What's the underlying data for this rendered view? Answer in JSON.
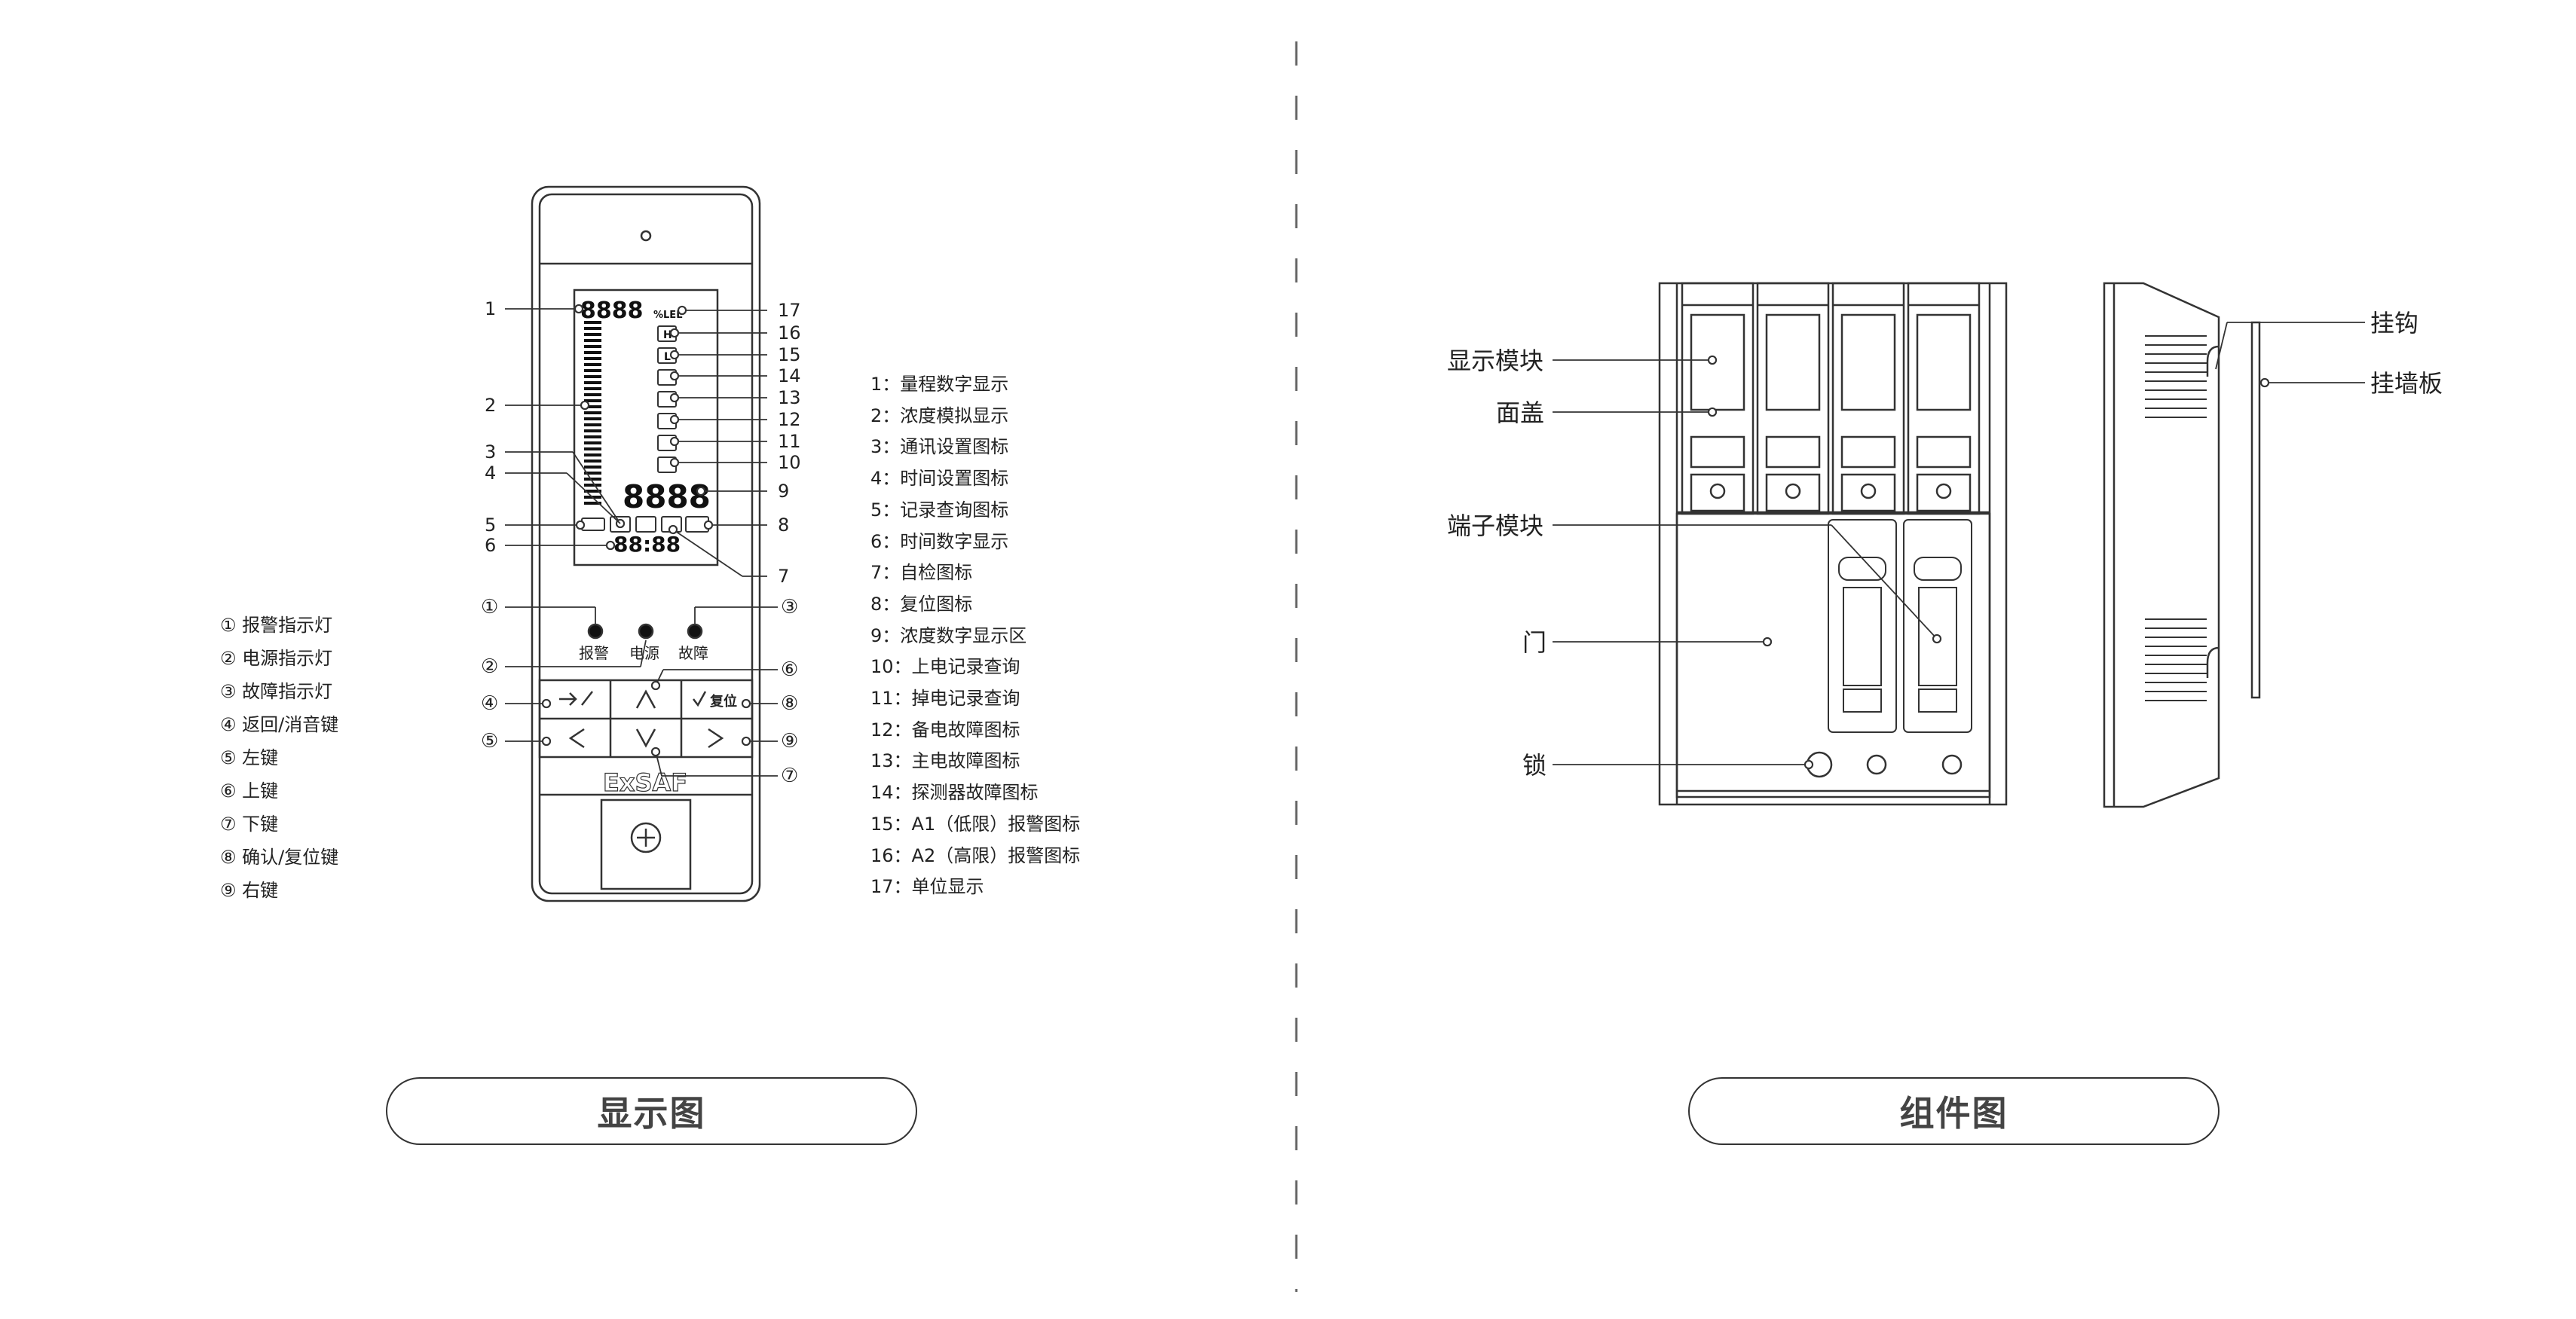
{
  "display_panel": {
    "callouts": [
      "1",
      "2",
      "3",
      "4",
      "5",
      "6",
      "7",
      "8",
      "9",
      "10",
      "11",
      "12",
      "13",
      "14",
      "15",
      "16",
      "17"
    ],
    "circled": [
      "①",
      "②",
      "③",
      "④",
      "⑤",
      "⑥",
      "⑦",
      "⑧",
      "⑨"
    ],
    "lcd_range_digits": "8888",
    "lcd_unit": "%LEL",
    "lcd_conc_digits": "8888",
    "lcd_time_digits": "88:88",
    "lcd_h": "H",
    "lcd_l": "L",
    "led_labels": [
      "报警",
      "电源",
      "故障"
    ],
    "key_confirm_label": "复位",
    "brand": "ExSAF"
  },
  "left_legend": [
    "① 报警指示灯",
    "② 电源指示灯",
    "③ 故障指示灯",
    "④ 返回/消音键",
    "⑤ 左键",
    "⑥ 上键",
    "⑦ 下键",
    "⑧ 确认/复位键",
    "⑨ 右键"
  ],
  "right_legend": [
    "1：量程数字显示",
    "2：浓度模拟显示",
    "3：通讯设置图标",
    "4：时间设置图标",
    "5：记录查询图标",
    "6：时间数字显示",
    "7：自检图标",
    "8：复位图标",
    "9：浓度数字显示区",
    "10：上电记录查询",
    "11：掉电记录查询",
    "12：备电故障图标",
    "13：主电故障图标",
    "14：探测器故障图标",
    "15：A1（低限）报警图标",
    "16：A2（高限）报警图标",
    "17：单位显示"
  ],
  "component_labels": {
    "display_module": "显示模块",
    "face_cover": "面盖",
    "terminal_module": "端子模块",
    "door": "门",
    "lock": "锁",
    "hook": "挂钩",
    "wall_plate": "挂墙板"
  },
  "titles": {
    "display_view": "显示图",
    "component_view": "组件图"
  },
  "colors": {
    "line": "#333333",
    "fill_dark": "#111111",
    "text": "#222222"
  }
}
